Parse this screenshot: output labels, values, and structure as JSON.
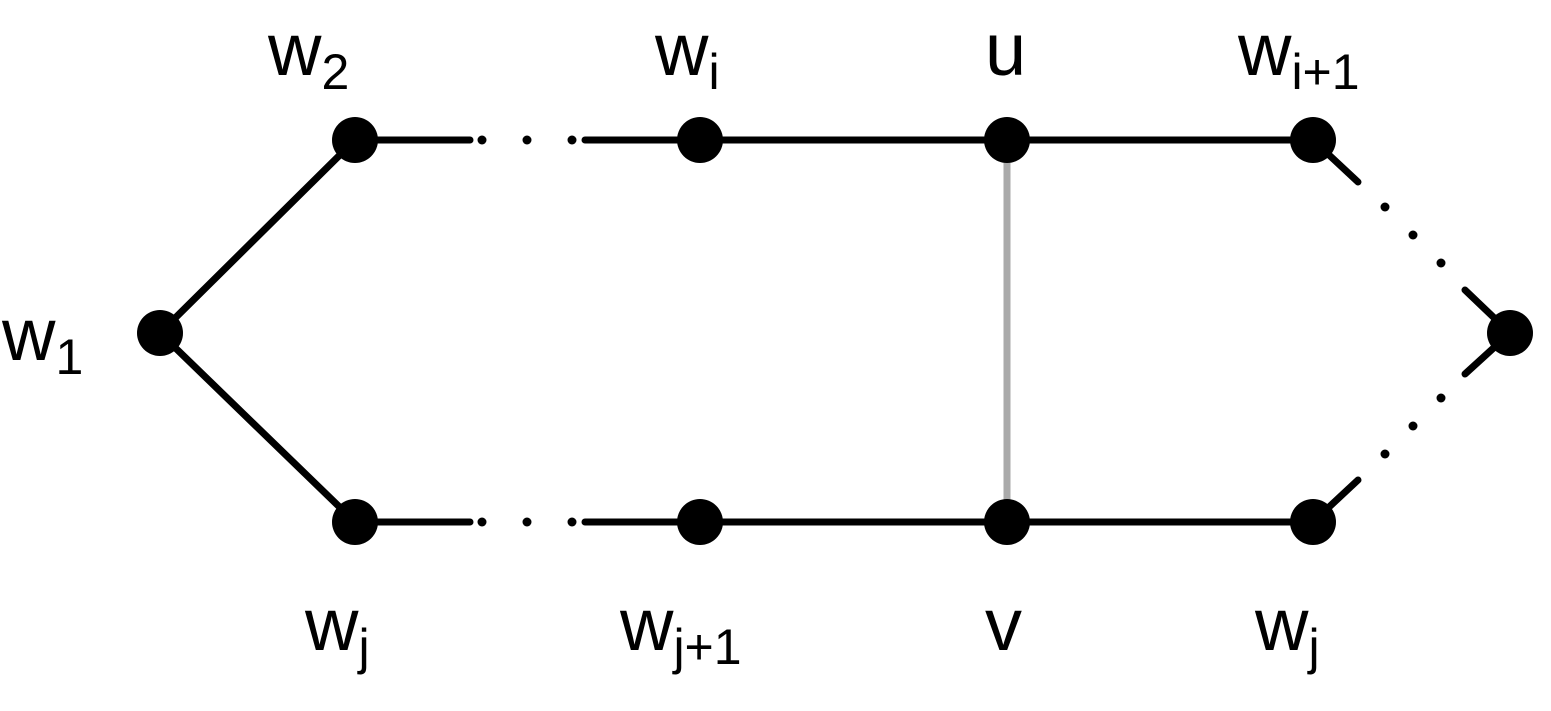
{
  "colors": {
    "edge": "#000000",
    "highlight_edge": "#aaaaaa",
    "vertex": "#000000",
    "background": "#ffffff"
  },
  "labels": {
    "w1": {
      "base": "w",
      "sub": "1"
    },
    "w2": {
      "base": "w",
      "sub": "2"
    },
    "wi": {
      "base": "w",
      "sub": "i"
    },
    "u": {
      "base": "u",
      "sub": ""
    },
    "wi1": {
      "base": "w",
      "sub": "i+1"
    },
    "wj_a": {
      "base": "w",
      "sub": "j"
    },
    "wj1": {
      "base": "w",
      "sub": "j+1"
    },
    "v": {
      "base": "v",
      "sub": ""
    },
    "wj_b": {
      "base": "w",
      "sub": "j"
    }
  }
}
